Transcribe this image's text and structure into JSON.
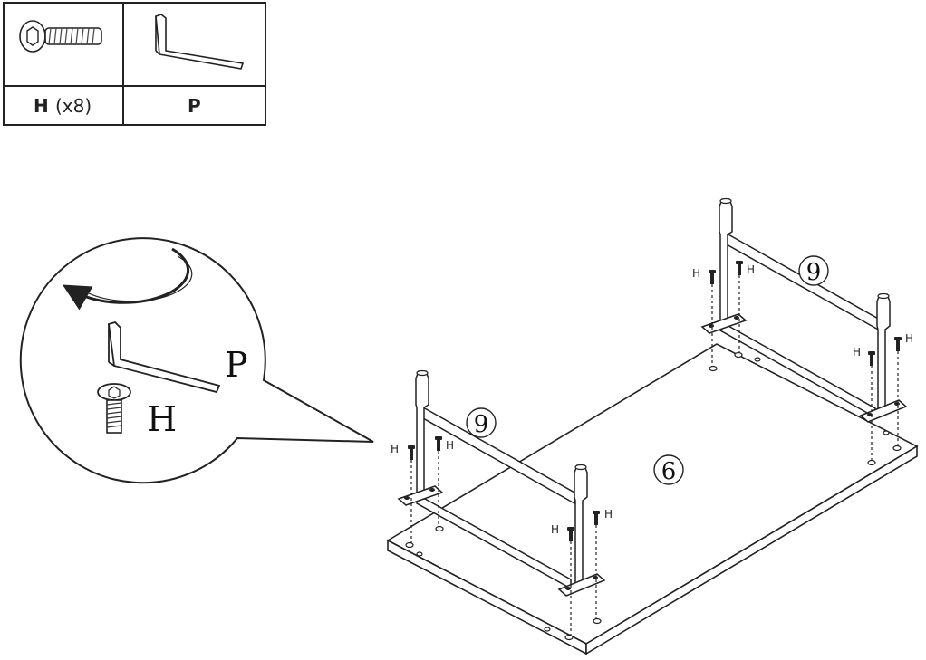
{
  "parts_table": {
    "screw": {
      "letter": "H",
      "qty": "(x8)",
      "icon": "screw-icon"
    },
    "key": {
      "letter": "P",
      "icon": "allen-key-icon"
    }
  },
  "callout": {
    "key_label": "P",
    "screw_label": "H"
  },
  "numbers": {
    "top": "6",
    "leg_front": "9",
    "leg_back": "9"
  },
  "screw_labels": [
    "H",
    "H",
    "H",
    "H",
    "H",
    "H",
    "H",
    "H"
  ]
}
